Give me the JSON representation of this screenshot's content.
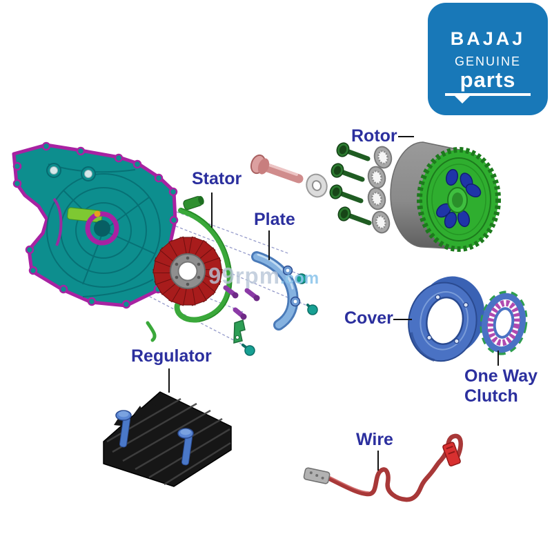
{
  "logo": {
    "brand": "BAJAJ",
    "line1": "GENUINE",
    "line2": "parts"
  },
  "labels": {
    "rotor": "Rotor",
    "stator": "Stator",
    "plate": "Plate",
    "cover": "Cover",
    "one_way_clutch": "One Way Clutch",
    "regulator": "Regulator",
    "wire": "Wire"
  },
  "watermark": {
    "site": "99rpm",
    "tld": ".com"
  },
  "colors": {
    "label_text": "#2b2f9e",
    "logo_blue": "#1878b8",
    "cover_teal": "#0d8e8e",
    "gasket_magenta": "#a822a2",
    "gasket_green": "#3aa83a",
    "stator_coil_red": "#a81c1c",
    "rotor_green": "#2fae2f",
    "rotor_gray": "#8c8c8c",
    "bolt_green": "#1f5c22",
    "plate_blue": "#85b2e0",
    "cover_ring_blue": "#4a72c4",
    "clutch_magenta": "#b04ab0",
    "clutch_green": "#2f9e4f",
    "regulator_black": "#161616",
    "bolt_blue": "#4a78c8",
    "wire_red": "#a83838"
  }
}
